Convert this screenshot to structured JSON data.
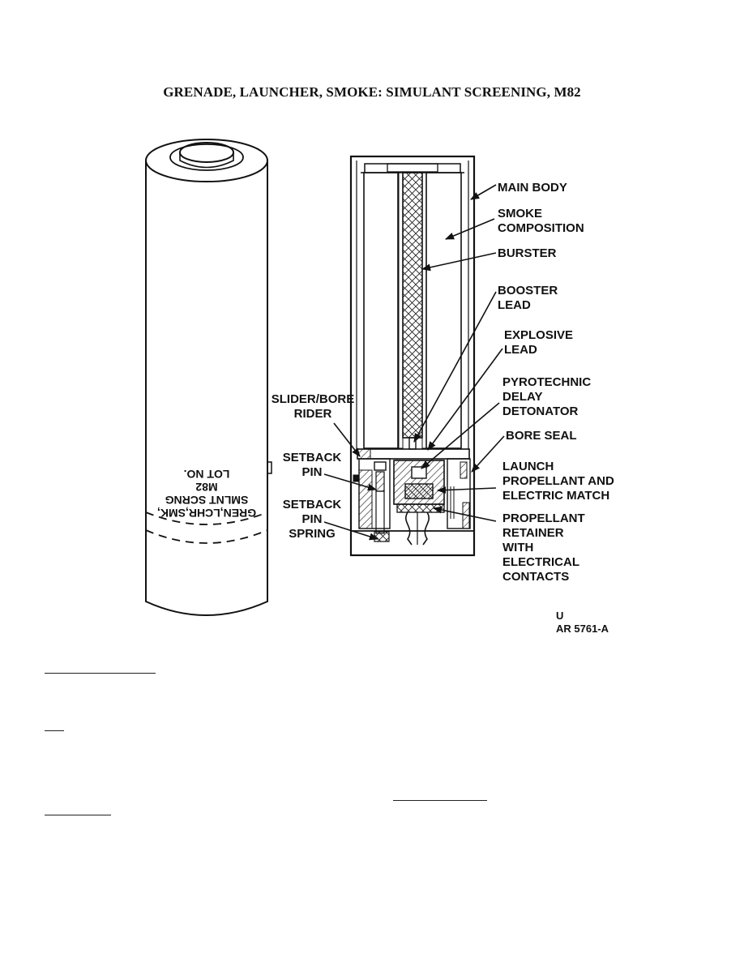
{
  "title": "GRENADE, LAUNCHER, SMOKE:  SIMULANT SCREENING, M82",
  "cylinder_marking": [
    "GREN,LCHR,SMK,",
    "SMLNT SCRNG",
    "M82",
    "LOT NO."
  ],
  "labels": {
    "main_body": "MAIN BODY",
    "smoke_composition": [
      "SMOKE",
      "COMPOSITION"
    ],
    "burster": "BURSTER",
    "booster_lead": [
      "BOOSTER",
      "LEAD"
    ],
    "explosive_lead": [
      "EXPLOSIVE",
      "LEAD"
    ],
    "pyrotechnic_delay_detonator": [
      "PYROTECHNIC",
      "DELAY",
      "DETONATOR"
    ],
    "bore_seal": "BORE SEAL",
    "launch_propellant": [
      "LAUNCH",
      "PROPELLANT AND",
      "ELECTRIC MATCH"
    ],
    "propellant_retainer": [
      "PROPELLANT",
      "RETAINER",
      "WITH",
      "ELECTRICAL",
      "CONTACTS"
    ],
    "slider_bore_rider": [
      "SLIDER/BORE",
      "RIDER"
    ],
    "setback_pin": [
      "SETBACK",
      "PIN"
    ],
    "setback_pin_spring": [
      "SETBACK",
      "PIN",
      "SPRING"
    ]
  },
  "figure_id": [
    "U",
    "AR 5761-A"
  ]
}
